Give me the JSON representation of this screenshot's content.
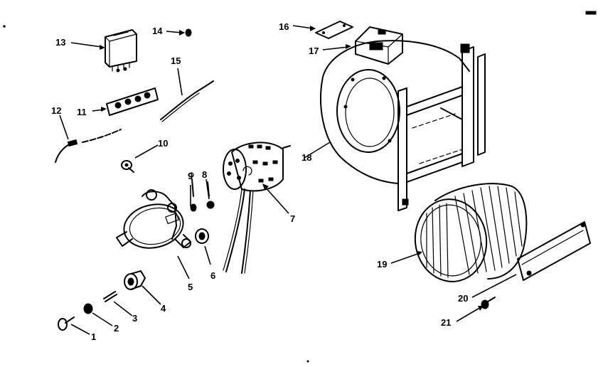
{
  "callouts": {
    "c1": "1",
    "c2": "2",
    "c3": "3",
    "c4": "4",
    "c5": "5",
    "c6": "6",
    "c7": "7",
    "c8": "8",
    "c9": "9",
    "c10": "10",
    "c11": "11",
    "c12": "12",
    "c13": "13",
    "c14": "14",
    "c15": "15",
    "c16": "16",
    "c17": "17",
    "c18": "18",
    "c19": "19",
    "c20": "20",
    "c21": "21"
  },
  "colors": {
    "ink": "#000000",
    "background": "#ffffff"
  }
}
